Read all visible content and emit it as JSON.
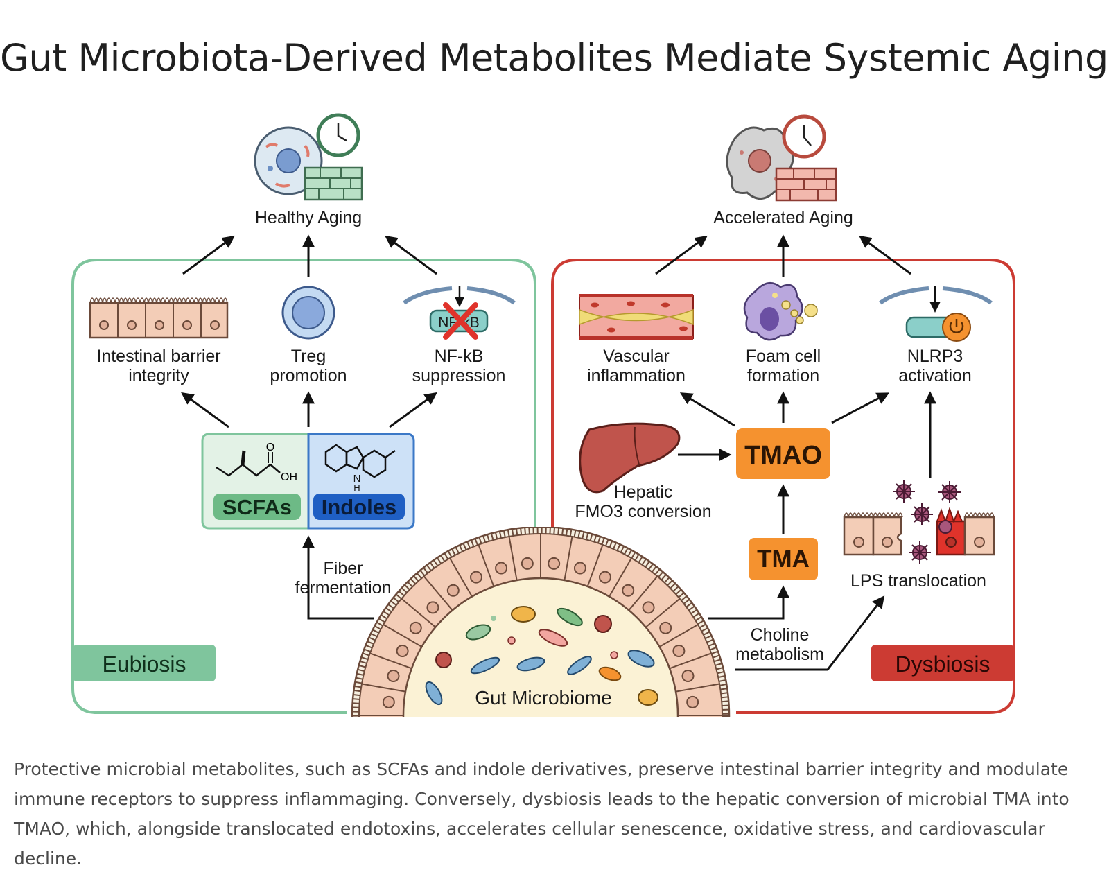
{
  "title": "Gut Microbiota-Derived Metabolites Mediate Systemic Aging",
  "caption": "Protective microbial metabolites, such as SCFAs and indole derivatives, preserve intestinal barrier integrity and modulate immune receptors to suppress inflammaging. Conversely, dysbiosis leads to the hepatic conversion of microbial TMA into TMAO, which, alongside translocated endotoxins, accelerates cellular senescence, oxidative stress, and cardiovascular decline.",
  "colors": {
    "eubiosis": "#7fc59d",
    "dysbiosis": "#cc3b33",
    "scfa_bg": "#e3f2e6",
    "indole_bg": "#cde1f7",
    "tma": "#f5922f"
  },
  "eubiosis": {
    "panel_label": "Eubiosis",
    "outcome": "Healthy Aging",
    "barrier_label": [
      "Intestinal barrier",
      "integrity"
    ],
    "treg_label": [
      "Treg",
      "promotion"
    ],
    "nfkb_label": [
      "NF-kB",
      "suppression"
    ],
    "nfkb_box": "NF-kB",
    "scfa_label": "SCFAs",
    "indole_label": "Indoles",
    "oh_label": "OH",
    "o_label": "O",
    "h_label": "H",
    "n_label": "N",
    "fiber_label": [
      "Fiber",
      "fermentation"
    ]
  },
  "dysbiosis": {
    "panel_label": "Dysbiosis",
    "outcome": "Accelerated Aging",
    "vascular_label": [
      "Vascular",
      "inflammation"
    ],
    "foam_label": [
      "Foam cell",
      "formation"
    ],
    "nlrp3_label": [
      "NLRP3",
      "activation"
    ],
    "tmao_label": "TMAO",
    "tma_label": "TMA",
    "hepatic_label": [
      "Hepatic",
      "FMO3 conversion"
    ],
    "lps_label": "LPS translocation",
    "choline_label": [
      "Choline",
      "metabolism"
    ]
  },
  "microbiome_label": "Gut Microbiome"
}
